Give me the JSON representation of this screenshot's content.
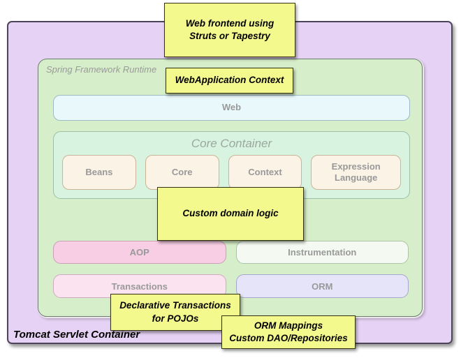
{
  "outer": {
    "label": "Tomcat Servlet Container"
  },
  "runtime": {
    "label": "Spring Framework Runtime"
  },
  "web_bar": {
    "label": "Web"
  },
  "core_container": {
    "title": "Core Container",
    "boxes": [
      "Beans",
      "Core",
      "Context",
      "Expression Language"
    ]
  },
  "modules": {
    "aop": "AOP",
    "instrumentation": "Instrumentation",
    "transactions": "Transactions",
    "orm": "ORM"
  },
  "notes": {
    "web_frontend": "Web frontend using\nStruts or Tapestry",
    "webapp_context": "WebApplication Context",
    "domain_logic": "Custom domain logic",
    "declarative_tx": "Declarative Transactions\nfor POJOs",
    "orm_mappings": "ORM Mappings\nCustom DAO/Repositories"
  },
  "palette": {
    "outer_fill": "#e6d2f5",
    "outer_border": "#4c4458",
    "runtime_fill": "#d6eec9",
    "web_fill": "#e9f8fb",
    "core_fill": "#d8f3df",
    "module_fill": "#fbf3e6",
    "aop_fill": "#f8cee4",
    "instrumentation_fill": "#f4faf1",
    "transactions_fill": "#fbe3f0",
    "orm_fill": "#e6e4f8",
    "note_fill": "#f4f98e",
    "muted_text": "#999999"
  }
}
